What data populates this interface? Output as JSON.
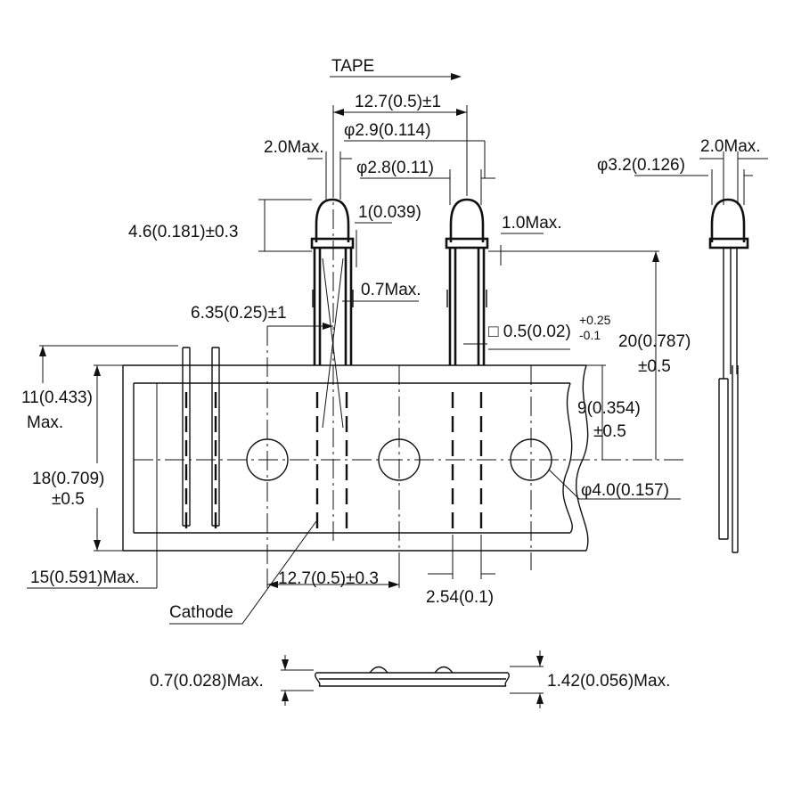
{
  "labels": {
    "tape": "TAPE",
    "pitch_top": "12.7(0.5)±1",
    "dia_29": "φ2.9(0.114)",
    "max_20_left": "2.0Max.",
    "dia_28": "φ2.8(0.11)",
    "dia_32": "φ3.2(0.126)",
    "max_20_right": "2.0Max.",
    "height_46": "4.6(0.181)±0.3",
    "flange_1": "1(0.039)",
    "max_10": "1.0Max.",
    "max_07": "0.7Max.",
    "offset_635": "6.35(0.25)±1",
    "sq_05": "□ 0.5(0.02)",
    "sq_tol_plus": "+0.25",
    "sq_tol_minus": "-0.1",
    "height_20": "20(0.787)",
    "height_20_tol": "±0.5",
    "height_11": "11(0.433)",
    "height_11_max": "Max.",
    "height_9": "9(0.354)",
    "height_9_tol": "±0.5",
    "height_18": "18(0.709)",
    "height_18_tol": "±0.5",
    "hole_dia": "φ4.0(0.157)",
    "height_15": "15(0.591)Max.",
    "pitch_bottom": "12.7(0.5)±0.3",
    "lead_pitch": "2.54(0.1)",
    "cathode": "Cathode",
    "thick_07": "0.7(0.028)Max.",
    "thick_142": "1.42(0.056)Max."
  }
}
